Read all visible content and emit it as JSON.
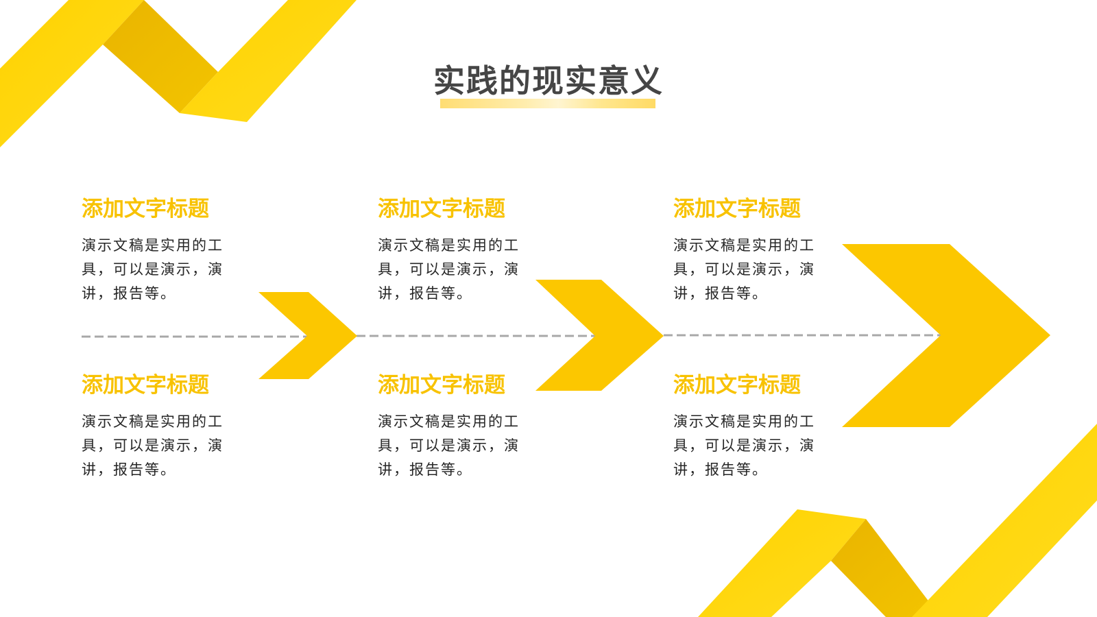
{
  "slide": {
    "title": "实践的现实意义",
    "accent_color": "#f8c200",
    "steps": [
      {
        "top": {
          "heading": "添加文字标题",
          "body": "演示文稿是实用的工具，可以是演示，演讲，报告等。"
        },
        "bottom": {
          "heading": "添加文字标题",
          "body": "演示文稿是实用的工具，可以是演示，演讲，报告等。"
        }
      },
      {
        "top": {
          "heading": "添加文字标题",
          "body": "演示文稿是实用的工具，可以是演示，演讲，报告等。"
        },
        "bottom": {
          "heading": "添加文字标题",
          "body": "演示文稿是实用的工具，可以是演示，演讲，报告等。"
        }
      },
      {
        "top": {
          "heading": "添加文字标题",
          "body": "演示文稿是实用的工具，可以是演示，演讲，报告等。"
        },
        "bottom": {
          "heading": "添加文字标题",
          "body": "演示文稿是实用的工具，可以是演示，演讲，报告等。"
        }
      }
    ]
  }
}
